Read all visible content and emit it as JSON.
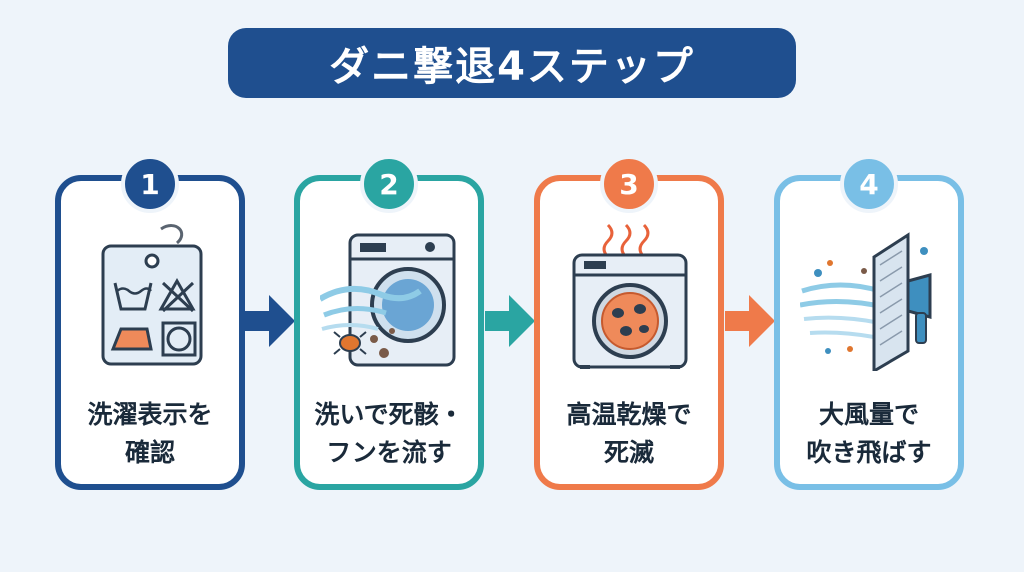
{
  "title": "ダニ撃退4ステップ",
  "colors": {
    "banner": "#1f4f8f",
    "step1": "#1f4f8f",
    "step2": "#2aa5a2",
    "step3": "#ef7a4a",
    "step4": "#79bfe6",
    "background": "#eef4fa"
  },
  "steps": [
    {
      "number": "1",
      "label": "洗濯表示を\n確認",
      "icon": "care-label-tag-icon"
    },
    {
      "number": "2",
      "label": "洗いで死骸・\nフンを流す",
      "icon": "washing-machine-icon"
    },
    {
      "number": "3",
      "label": "高温乾燥で\n死滅",
      "icon": "dryer-icon"
    },
    {
      "number": "4",
      "label": "大風量で\n吹き飛ばす",
      "icon": "blower-filter-icon"
    }
  ]
}
